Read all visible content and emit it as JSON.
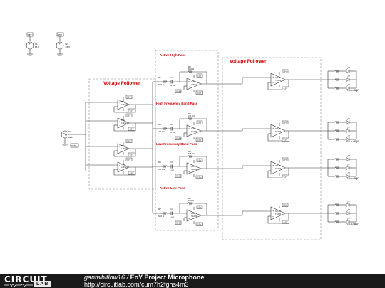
{
  "sections": {
    "voltage_follower_left": "Voltage Follower",
    "voltage_follower_right": "Voltage Follower",
    "active_high_pass": "Active High Pass",
    "high_freq_band_pass": "High Frequency Band Pass",
    "low_freq_band_pass": "Low Frequency Band Pass",
    "active_low_pass": "Active Low Pass"
  },
  "supplies": {
    "v1": {
      "node": "15V",
      "name": "V1",
      "value": "15 V"
    },
    "v2": {
      "node": "-15V",
      "name": "V2",
      "value": "-15 V"
    }
  },
  "source": {
    "name": "V3",
    "value": "1kHz",
    "label": "GND"
  },
  "opamps_left": [
    "OA1",
    "OA2",
    "OA3",
    "OA4"
  ],
  "opamps_left_model": "LM324",
  "filter_opamps": [
    {
      "name": "OA5",
      "model": "LM324"
    },
    {
      "name": "OA6",
      "model": "TL081"
    },
    {
      "name": "OA7",
      "model": "TL081"
    },
    {
      "name": "OA8",
      "model": "TL081"
    }
  ],
  "filter_parts": [
    {
      "r_top": "R2",
      "r_top_val": "680 Ω",
      "r_in": "R1",
      "r_in_val": "680 Ω",
      "c": "C1",
      "c_val": "33 nF"
    },
    {
      "r_top": "R4",
      "r_top_val": "2.2 kΩ",
      "r_in": "R3",
      "r_in_val": "2.2 kΩ",
      "c": "C2",
      "c_val": "10 nF"
    },
    {
      "r_top": "R6",
      "r_top_val": "6.8 kΩ",
      "r_in": "R5",
      "r_in_val": "6.8 kΩ",
      "c": "C3",
      "c_val": "1 µF"
    },
    {
      "r_top": "R8",
      "r_top_val": "680 Ω",
      "r_in": "R7",
      "r_in_val": "680 Ω",
      "c": "C4",
      "c_val": "1 µF"
    }
  ],
  "opamps_right": [
    "OA11",
    "OA10",
    "OA12",
    "OA14"
  ],
  "opamps_right_model": "TL081",
  "led_model": "LTL-4HTEB",
  "power_labels": {
    "pos": "15V",
    "neg": "-15V",
    "gnd": "GND"
  },
  "footer": {
    "logo_text": "CIRCUIT",
    "logo_lab": "LAB",
    "author": "gantwhitlow16",
    "separator": " / ",
    "project": "EoY Project Microphone",
    "url": "http://circuitlab.com/cum7h2fghs4m3"
  }
}
